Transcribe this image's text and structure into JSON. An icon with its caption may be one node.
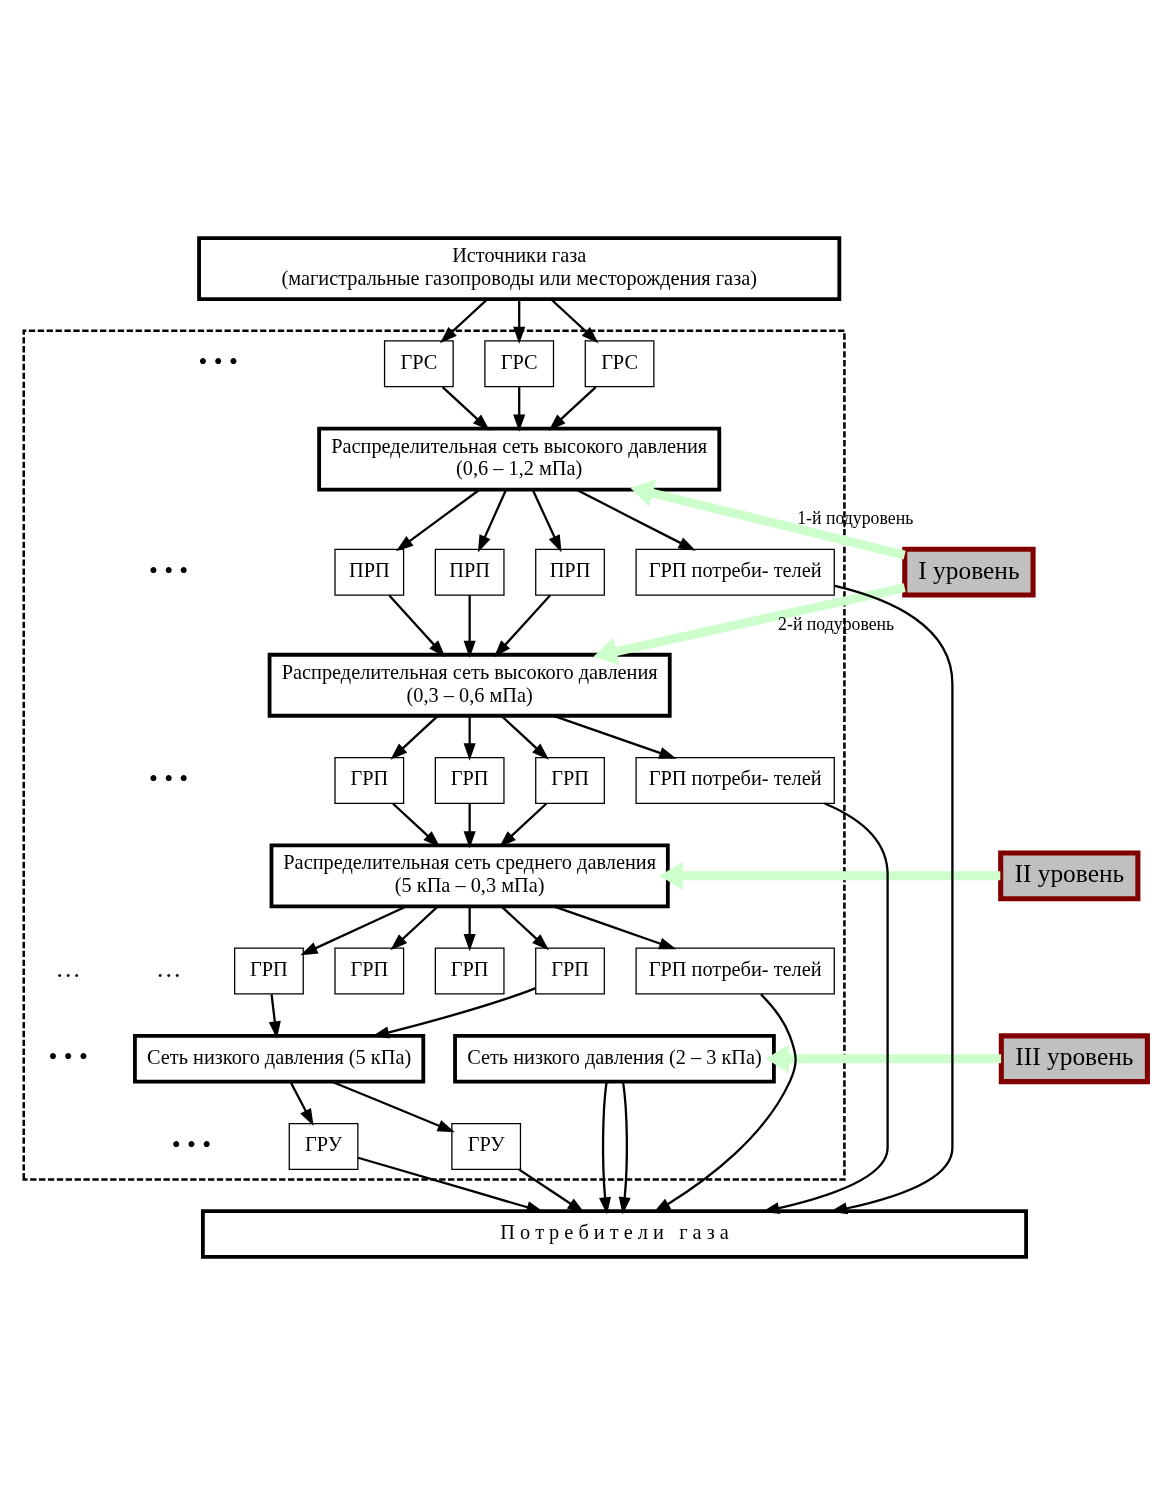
{
  "diagram": {
    "nodes": [
      {
        "text": [
          "Источники газа",
          "(магистральные газопроводы или месторождения газа)"
        ]
      },
      {
        "text": [],
        "shape": "box"
      },
      {
        "text": [
          "ГРС"
        ],
        "in": 1
      },
      {
        "text": [
          "ГРС"
        ],
        "in": 1
      },
      {
        "text": [
          "ГРС"
        ],
        "in": 1
      },
      {
        "text": [
          "Распределительная сеть высокого давления",
          "(0,6 – 1,2 мПа)"
        ],
        "in": 1
      },
      {
        "text": [
          "ГРП потреби- телей"
        ],
        "in": 1
      },
      {
        "text": [
          "ПРП"
        ],
        "in": 1
      },
      {
        "text": [
          "ПРП"
        ],
        "in": 1
      },
      {
        "text": [
          "ПРП"
        ],
        "in": 1
      },
      {
        "text": [
          "Распределительная сеть высокого давления",
          "(0,3 – 0,6 мПа)"
        ],
        "in": 1
      },
      {
        "text": [
          "ГРП потреби- телей"
        ],
        "in": 1
      },
      {
        "text": [
          "ГРП"
        ],
        "in": 1
      },
      {
        "text": [
          "ГРП"
        ],
        "in": 1
      },
      {
        "text": [
          "ГРП"
        ],
        "in": 1
      },
      {
        "text": [
          "Распределительная сеть среднего давления",
          "(5 кПа – 0,3 мПа)"
        ],
        "in": 1
      },
      {
        "text": [
          "ГРП потреби- телей"
        ],
        "in": 1
      },
      {
        "text": [
          "ГРП"
        ],
        "in": 1
      },
      {
        "text": [
          "ГРП"
        ],
        "in": 1
      },
      {
        "text": [
          "ГРП"
        ],
        "in": 1
      },
      {
        "text": [
          "ГРП"
        ],
        "in": 1
      },
      {
        "text": [
          "Сеть низкого давления (2 – 3 кПа)"
        ],
        "in": 1
      },
      {
        "text": [
          "Сеть низкого давления (5 кПа)"
        ],
        "in": 1
      },
      {
        "text": [
          "ГРУ"
        ],
        "in": 1
      },
      {
        "text": [
          "ГРУ"
        ],
        "in": 1
      },
      {
        "text": [
          "П о т р е б и т е л и   г а з а"
        ]
      },
      {
        "text": [
          "I уровень"
        ]
      },
      {
        "text": [
          "II уровень"
        ]
      },
      {
        "text": [
          "III уровень"
        ]
      }
    ],
    "edges": [
      {
        "from": 0,
        "to": 2,
        "arrow": "to"
      },
      {
        "from": 0,
        "to": 3,
        "arrow": "to"
      },
      {
        "from": 0,
        "to": 4,
        "arrow": "to"
      },
      {
        "from": 2,
        "to": 5,
        "arrow": "to"
      },
      {
        "from": 3,
        "to": 5,
        "arrow": "to"
      },
      {
        "from": 4,
        "to": 5,
        "arrow": "to"
      },
      {
        "from": 5,
        "to": 6,
        "arrow": "to"
      },
      {
        "from": 5,
        "to": 7,
        "arrow": "to"
      },
      {
        "from": 5,
        "to": 8,
        "arrow": "to"
      },
      {
        "from": 5,
        "to": 9,
        "arrow": "to"
      },
      {
        "from": 7,
        "to": 10,
        "arrow": "to"
      },
      {
        "from": 8,
        "to": 10,
        "arrow": "to"
      },
      {
        "from": 9,
        "to": 10,
        "arrow": "to"
      },
      {
        "from": 10,
        "to": 11,
        "arrow": "to"
      },
      {
        "from": 10,
        "to": 12,
        "arrow": "to"
      },
      {
        "from": 10,
        "to": 13,
        "arrow": "to"
      },
      {
        "from": 10,
        "to": 14,
        "arrow": "to"
      },
      {
        "from": 12,
        "to": 15,
        "arrow": "to"
      },
      {
        "from": 13,
        "to": 15,
        "arrow": "to"
      },
      {
        "from": 14,
        "to": 15,
        "arrow": "to"
      },
      {
        "from": 15,
        "to": 16,
        "arrow": "to"
      },
      {
        "from": 15,
        "to": 17,
        "arrow": "to"
      },
      {
        "from": 15,
        "to": 18,
        "arrow": "to"
      },
      {
        "from": 15,
        "to": 19,
        "arrow": "to"
      },
      {
        "from": 15,
        "to": 20,
        "arrow": "to"
      },
      {
        "from": 19,
        "to": 22,
        "arrow": "to"
      },
      {
        "from": 20,
        "to": 22,
        "arrow": "to"
      },
      {
        "from": 22,
        "to": 23,
        "arrow": "to"
      },
      {
        "from": 22,
        "to": 24,
        "arrow": "to"
      },
      {
        "from": 21,
        "to": 25,
        "arrow": "to"
      },
      {
        "from": 21,
        "to": 25,
        "arrow": "to"
      },
      {
        "from": 23,
        "to": 25,
        "arrow": "to"
      },
      {
        "from": 24,
        "to": 25,
        "arrow": "to"
      },
      {
        "from": 6,
        "to": 25,
        "arrow": "to"
      },
      {
        "from": 11,
        "to": 25,
        "arrow": "to"
      },
      {
        "from": 16,
        "to": 25,
        "arrow": "to"
      },
      {
        "from": 26,
        "to": 5,
        "arrow": "to",
        "label": "1-й подуровень",
        "style": "thick",
        "color": "#ccffcc"
      },
      {
        "from": 26,
        "to": 10,
        "arrow": "to",
        "label": "2-й подуровень",
        "style": "thick",
        "color": "#ccffcc"
      },
      {
        "from": 27,
        "to": 15,
        "arrow": "to",
        "style": "thick",
        "color": "#ccffcc"
      },
      {
        "from": 28,
        "to": 21,
        "arrow": "to",
        "style": "thick",
        "color": "#ccffcc"
      }
    ],
    "labels": [
      "• • •",
      "• • •",
      "• • •",
      "…",
      "…",
      "• • •",
      "• • •"
    ]
  }
}
